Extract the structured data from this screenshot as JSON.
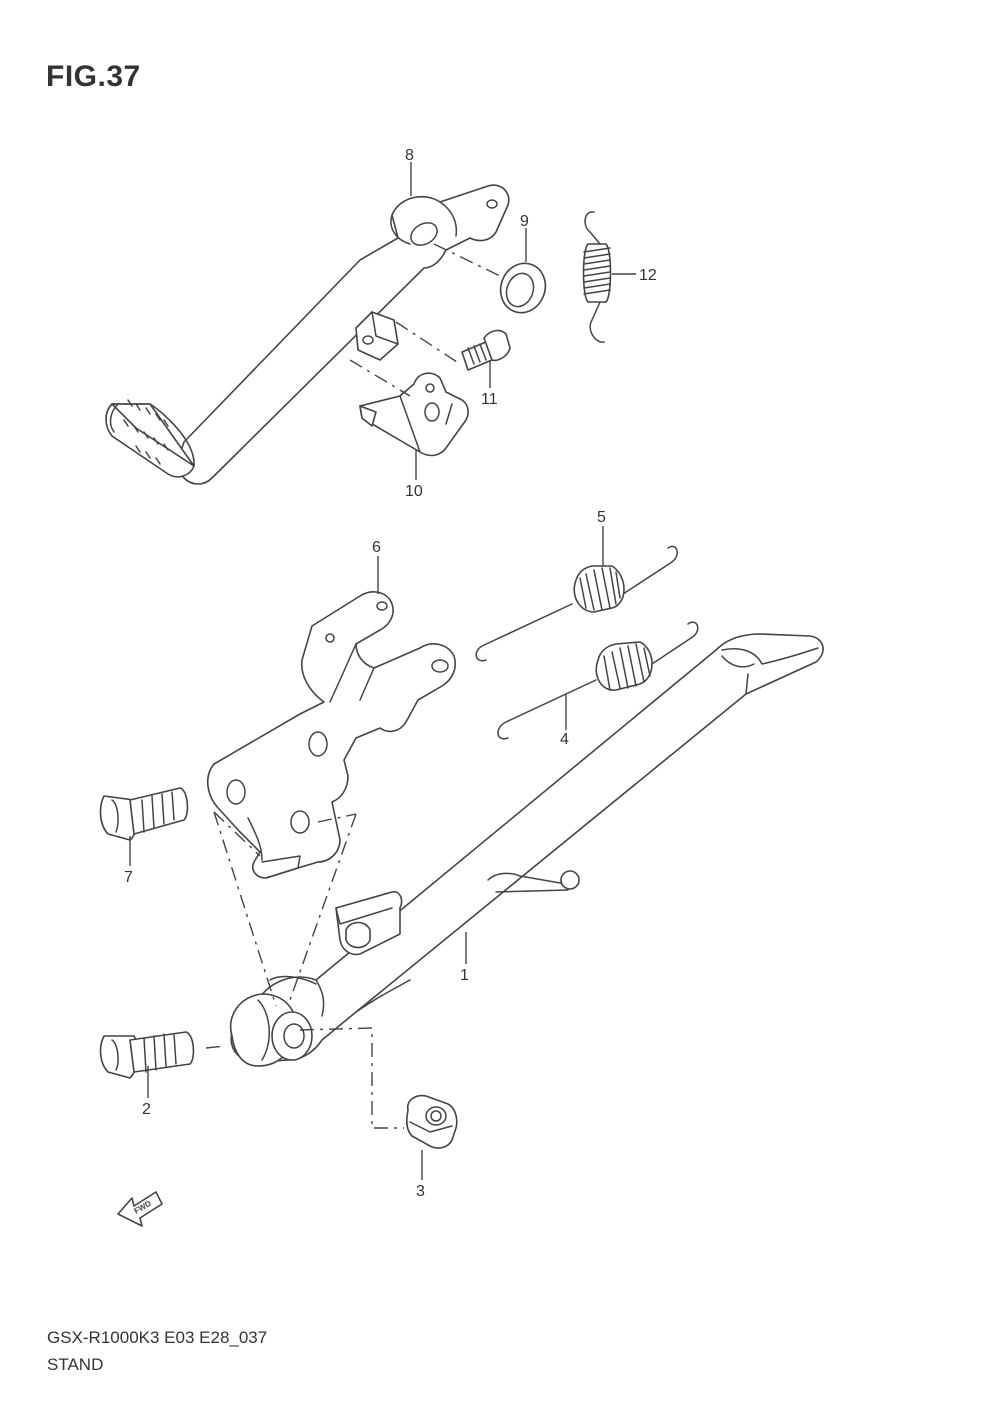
{
  "figure": {
    "title": "FIG.37",
    "model_code": "GSX-R1000K3 E03 E28_037",
    "section_name": "STAND"
  },
  "fwd_arrow": {
    "label": "FWD",
    "icon": "fwd-arrow-icon"
  },
  "callouts": [
    {
      "id": "1",
      "text": "1"
    },
    {
      "id": "2",
      "text": "2"
    },
    {
      "id": "3",
      "text": "3"
    },
    {
      "id": "4",
      "text": "4"
    },
    {
      "id": "5",
      "text": "5"
    },
    {
      "id": "6",
      "text": "6"
    },
    {
      "id": "7",
      "text": "7"
    },
    {
      "id": "8",
      "text": "8"
    },
    {
      "id": "9",
      "text": "9"
    },
    {
      "id": "10",
      "text": "10"
    },
    {
      "id": "11",
      "text": "11"
    },
    {
      "id": "12",
      "text": "12"
    }
  ]
}
